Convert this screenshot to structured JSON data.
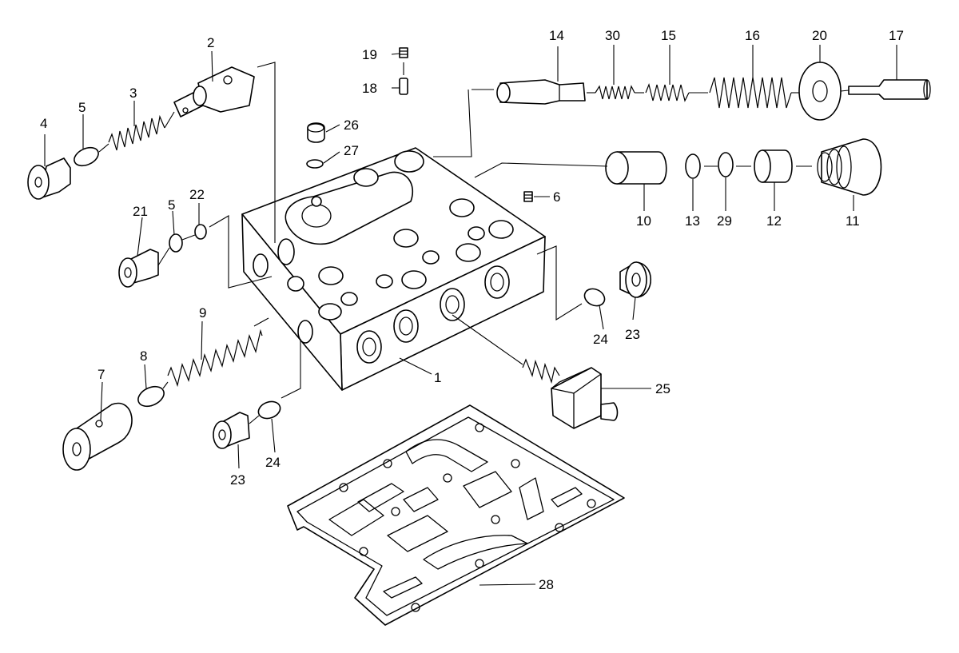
{
  "callouts": [
    "1",
    "2",
    "3",
    "4",
    "5",
    "5",
    "6",
    "7",
    "8",
    "9",
    "10",
    "11",
    "12",
    "13",
    "14",
    "15",
    "16",
    "17",
    "18",
    "19",
    "20",
    "21",
    "22",
    "23",
    "23",
    "24",
    "24",
    "25",
    "26",
    "27",
    "28",
    "29",
    "30"
  ],
  "colors": {
    "line": "#000000",
    "background": "#ffffff"
  }
}
